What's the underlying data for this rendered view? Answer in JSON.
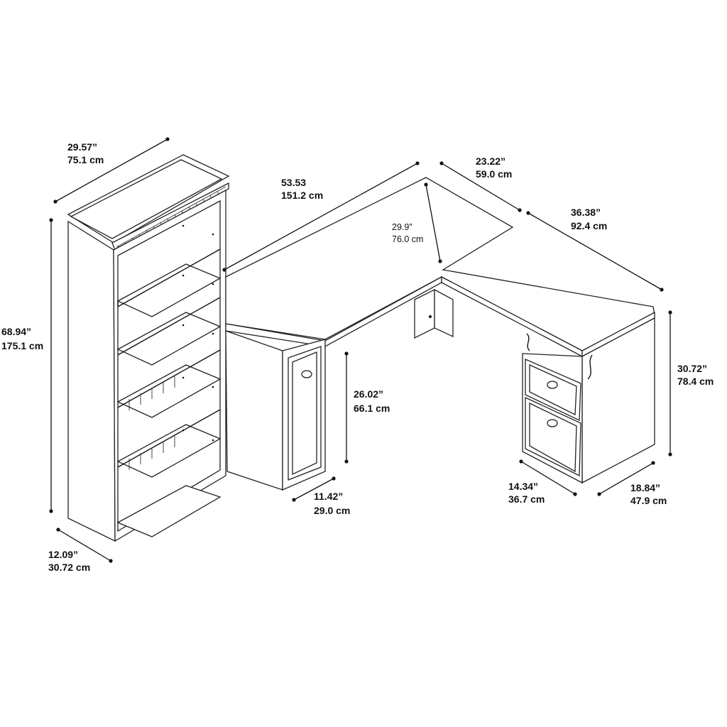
{
  "dimensions": {
    "bookcase_width": {
      "imperial": "29.57”",
      "metric": "75.1 cm"
    },
    "bookcase_height": {
      "imperial": "68.94”",
      "metric": "175.1 cm"
    },
    "bookcase_depth": {
      "imperial": "12.09”",
      "metric": "30.72 cm"
    },
    "desk_long_side": {
      "imperial": "53.53",
      "metric": "151.2 cm"
    },
    "desk_depth_back": {
      "imperial": "23.22”",
      "metric": "59.0 cm"
    },
    "desk_return_width": {
      "imperial": "36.38”",
      "metric": "92.4 cm"
    },
    "desk_surface_depth": {
      "imperial": "29.9”",
      "metric": "76.0 cm"
    },
    "knee_height": {
      "imperial": "26.02”",
      "metric": "66.1 cm"
    },
    "desk_height": {
      "imperial": "30.72”",
      "metric": "78.4 cm"
    },
    "pedestal_width": {
      "imperial": "11.42”",
      "metric": "29.0 cm"
    },
    "drawer_unit_width": {
      "imperial": "14.34”",
      "metric": "36.7 cm"
    },
    "return_depth": {
      "imperial": "18.84”",
      "metric": "47.9 cm"
    }
  }
}
